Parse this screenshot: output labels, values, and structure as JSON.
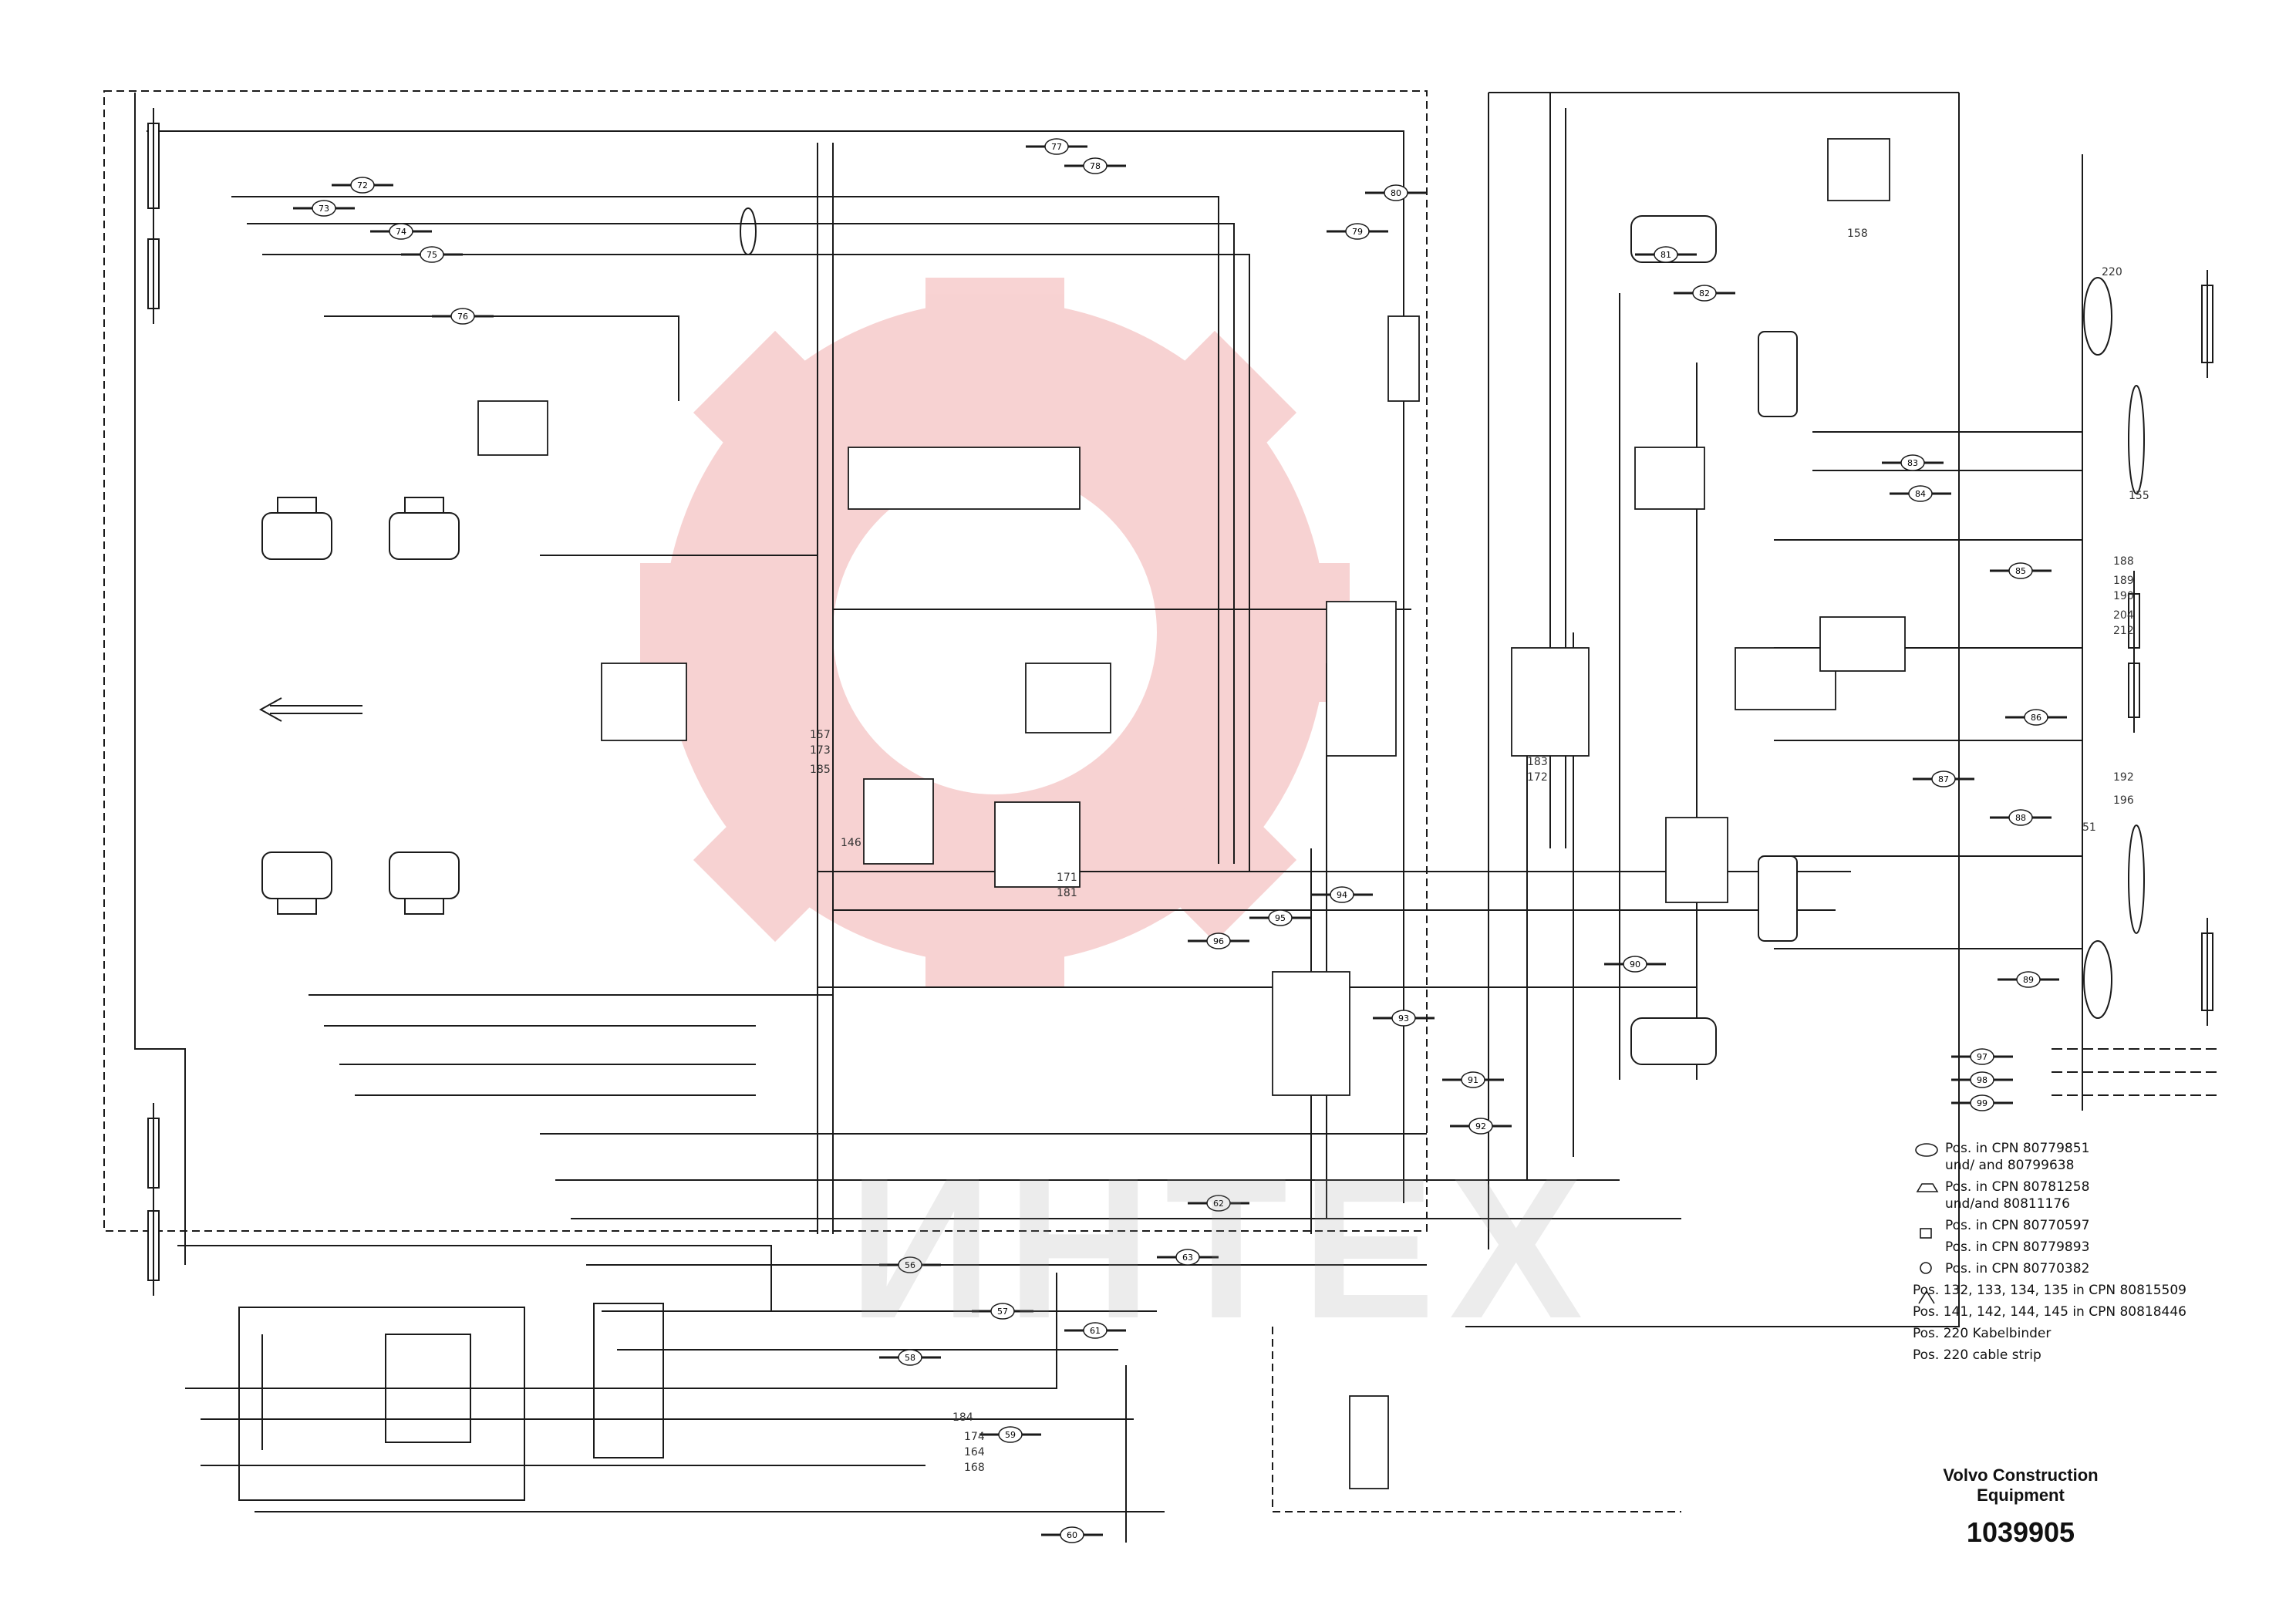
{
  "drawing": {
    "company": "Volvo Construction\nEquipment",
    "number": "1039905",
    "watermark": "ИНТЕХ"
  },
  "legend": [
    {
      "symbol": "ellipse-icon",
      "text": "Pos. in CPN 80779851\nund/ and 80799638"
    },
    {
      "symbol": "parallelogram-icon",
      "text": "Pos. in CPN 80781258\nund/and 80811176"
    },
    {
      "symbol": "square-icon",
      "text": "Pos. in CPN 80770597"
    },
    {
      "symbol": "circle-icon",
      "text": "Pos. in CPN 80779893"
    },
    {
      "symbol": "triangle-icon",
      "text": "Pos. in CPN 80770382"
    }
  ],
  "legend_notes": [
    "Pos. 132, 133, 134, 135 in CPN 80815509",
    "Pos. 141, 142, 144, 145 in CPN 80818446",
    "Pos. 220 Kabelbinder",
    "Pos. 220 cable strip"
  ],
  "callouts": [
    {
      "id": "c1",
      "text": "72"
    },
    {
      "id": "c2",
      "text": "73"
    },
    {
      "id": "c3",
      "text": "74"
    },
    {
      "id": "c4",
      "text": "75"
    },
    {
      "id": "c5",
      "text": "76"
    },
    {
      "id": "c6",
      "text": "77"
    },
    {
      "id": "c7",
      "text": "78"
    },
    {
      "id": "c8",
      "text": "79"
    },
    {
      "id": "c9",
      "text": "80"
    },
    {
      "id": "c10",
      "text": "81"
    },
    {
      "id": "c11",
      "text": "82"
    },
    {
      "id": "c12",
      "text": "83"
    },
    {
      "id": "c13",
      "text": "84"
    },
    {
      "id": "c14",
      "text": "85"
    },
    {
      "id": "c15",
      "text": "86"
    },
    {
      "id": "c16",
      "text": "87"
    },
    {
      "id": "c17",
      "text": "88"
    },
    {
      "id": "c18",
      "text": "89"
    },
    {
      "id": "c19",
      "text": "90"
    },
    {
      "id": "c20",
      "text": "91"
    },
    {
      "id": "c21",
      "text": "92"
    },
    {
      "id": "c22",
      "text": "93"
    },
    {
      "id": "c23",
      "text": "94"
    },
    {
      "id": "c24",
      "text": "95"
    },
    {
      "id": "c25",
      "text": "96"
    },
    {
      "id": "c26",
      "text": "97"
    },
    {
      "id": "c27",
      "text": "98"
    },
    {
      "id": "c28",
      "text": "99"
    },
    {
      "id": "c29",
      "text": "56"
    },
    {
      "id": "c30",
      "text": "57"
    },
    {
      "id": "c31",
      "text": "58"
    },
    {
      "id": "c32",
      "text": "59"
    },
    {
      "id": "c33",
      "text": "60"
    },
    {
      "id": "c34",
      "text": "61"
    },
    {
      "id": "c35",
      "text": "62"
    },
    {
      "id": "c36",
      "text": "63"
    }
  ],
  "part_numbers": [
    "158",
    "220",
    "188",
    "157",
    "173",
    "174",
    "164",
    "168",
    "184",
    "185",
    "189",
    "190",
    "204",
    "212",
    "192",
    "196",
    "51",
    "171",
    "181",
    "183",
    "172",
    "146",
    "155"
  ],
  "colors": {
    "line": "#1a1a1a",
    "watermark_red": "#f2b8b8",
    "watermark_grey": "#bdbdbd"
  }
}
